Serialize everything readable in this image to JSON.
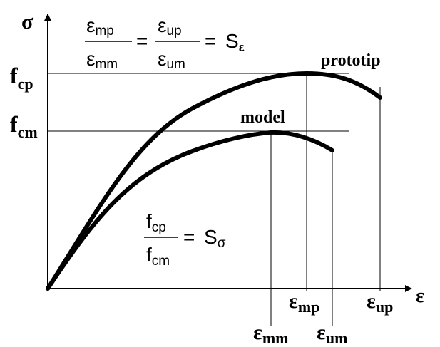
{
  "axes": {
    "y_symbol": "σ",
    "x_symbol": "ε"
  },
  "levels": {
    "fcp": {
      "base": "f",
      "sub": "cp"
    },
    "fcm": {
      "base": "f",
      "sub": "cm"
    }
  },
  "curves": {
    "prototype_label": "prototip",
    "model_label": "model"
  },
  "strain_ticks": {
    "mm": {
      "base": "ε",
      "sub": "mm"
    },
    "mp": {
      "base": "ε",
      "sub": "mp"
    },
    "um": {
      "base": "ε",
      "sub": "um"
    },
    "up": {
      "base": "ε",
      "sub": "up"
    }
  },
  "formula_strain": {
    "num1": {
      "base": "ε",
      "sub": "mp"
    },
    "den1": {
      "base": "ε",
      "sub": "mm"
    },
    "eq1": "=",
    "num2": {
      "base": "ε",
      "sub": "up"
    },
    "den2": {
      "base": "ε",
      "sub": "um"
    },
    "eq2": "=",
    "result": {
      "base": "S",
      "sub": "ε"
    }
  },
  "formula_stress": {
    "num": {
      "base": "f",
      "sub": "cp"
    },
    "den": {
      "base": "f",
      "sub": "cm"
    },
    "eq": "=",
    "result": {
      "base": "S",
      "sub": "σ"
    }
  }
}
